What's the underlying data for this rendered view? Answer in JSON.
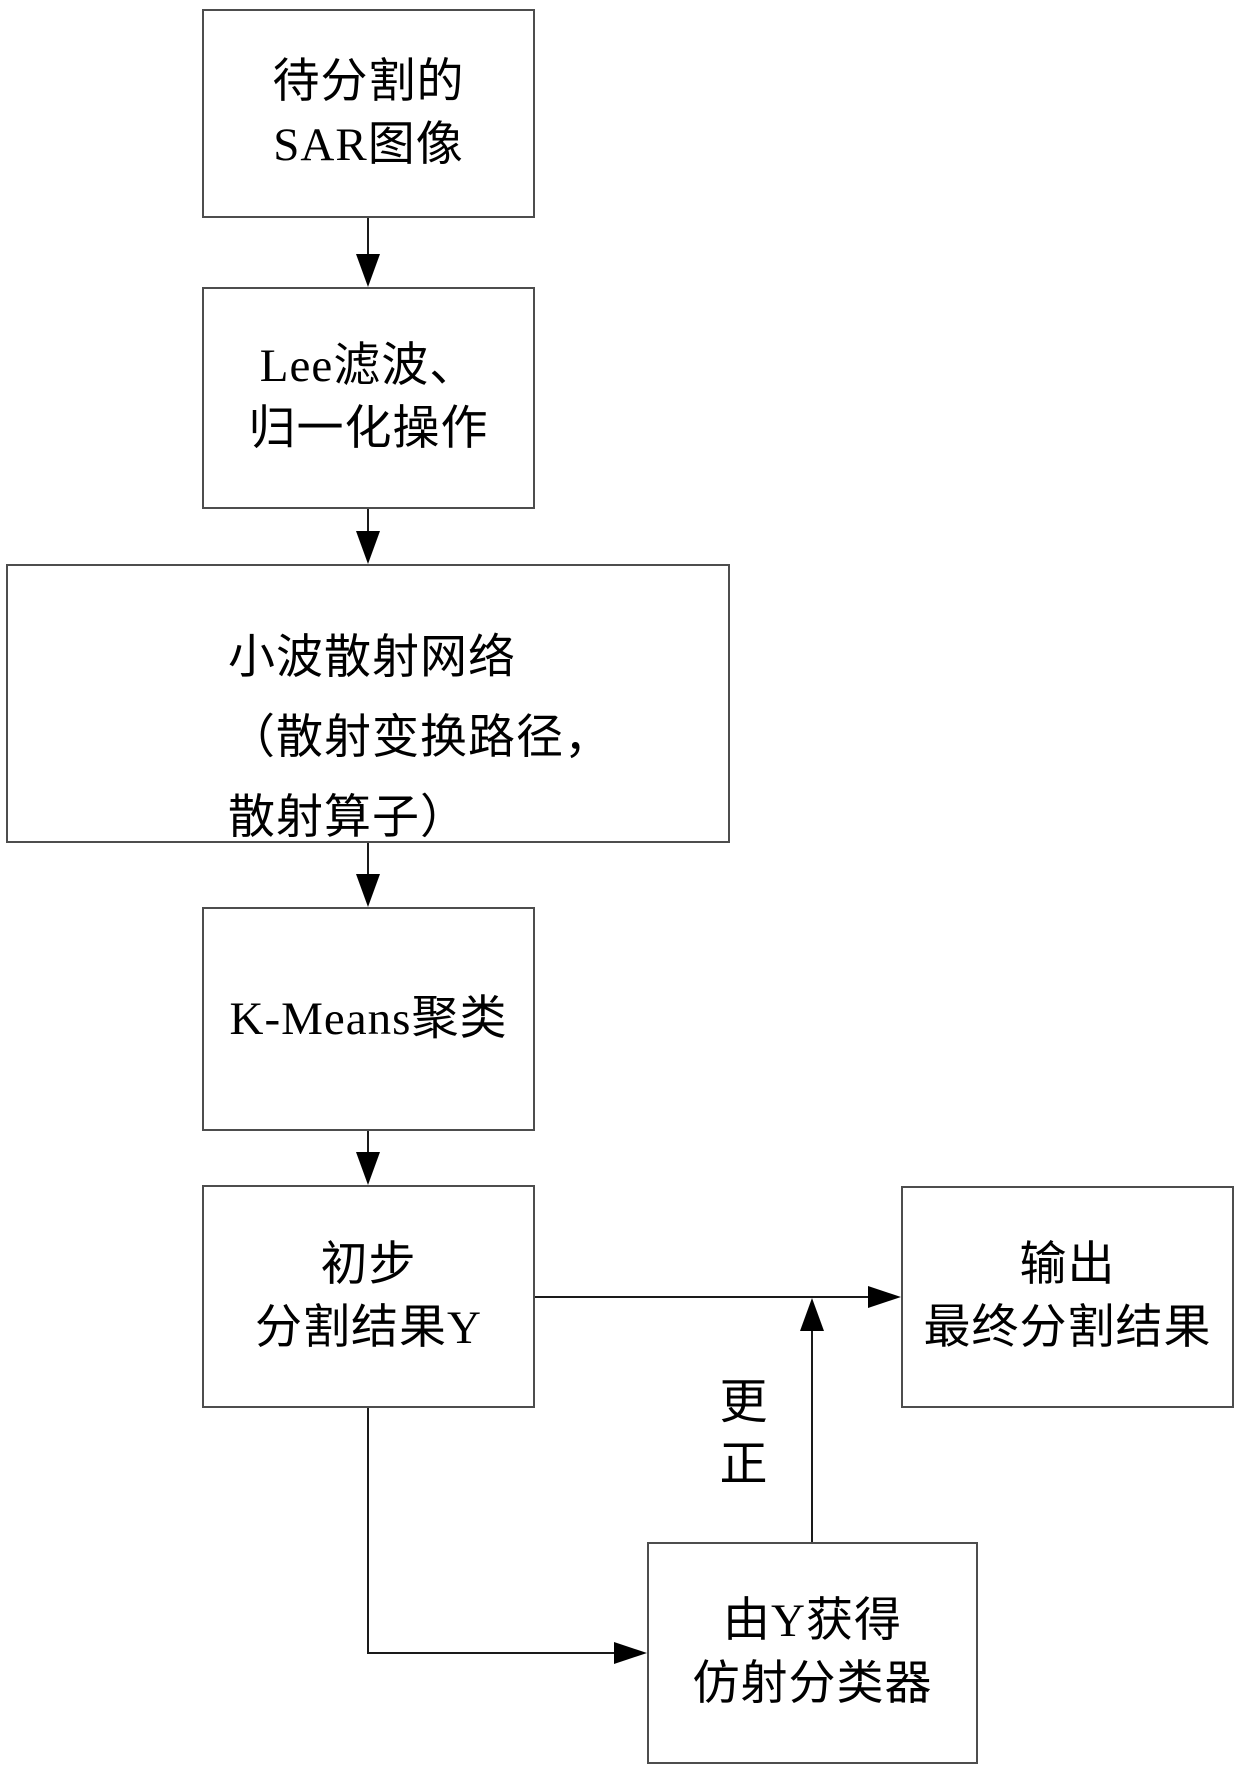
{
  "flowchart": {
    "boxes": [
      {
        "name": "sar-image",
        "lines": [
          "待分割的",
          "SAR图像"
        ]
      },
      {
        "name": "preprocess",
        "lines": [
          "Lee滤波、",
          "归一化操作"
        ]
      },
      {
        "name": "wavelet-scattering",
        "lines": [
          "小波散射网络",
          "（散射变换路径，",
          "散射算子）"
        ]
      },
      {
        "name": "kmeans",
        "lines": [
          "K-Means聚类"
        ]
      },
      {
        "name": "initial-result",
        "lines": [
          "初步",
          "分割结果Y"
        ]
      },
      {
        "name": "final-output",
        "lines": [
          "输出",
          "最终分割结果"
        ]
      },
      {
        "name": "affine-classifier",
        "lines": [
          "由Y获得",
          "仿射分类器"
        ]
      }
    ],
    "correction_label": {
      "lines": [
        "更",
        "正"
      ]
    }
  },
  "colors": {
    "background": "#ffffff",
    "box-border": "#4d4d4d",
    "line": "#1a1a1a",
    "arrow": "#000000",
    "text": "#000000"
  }
}
